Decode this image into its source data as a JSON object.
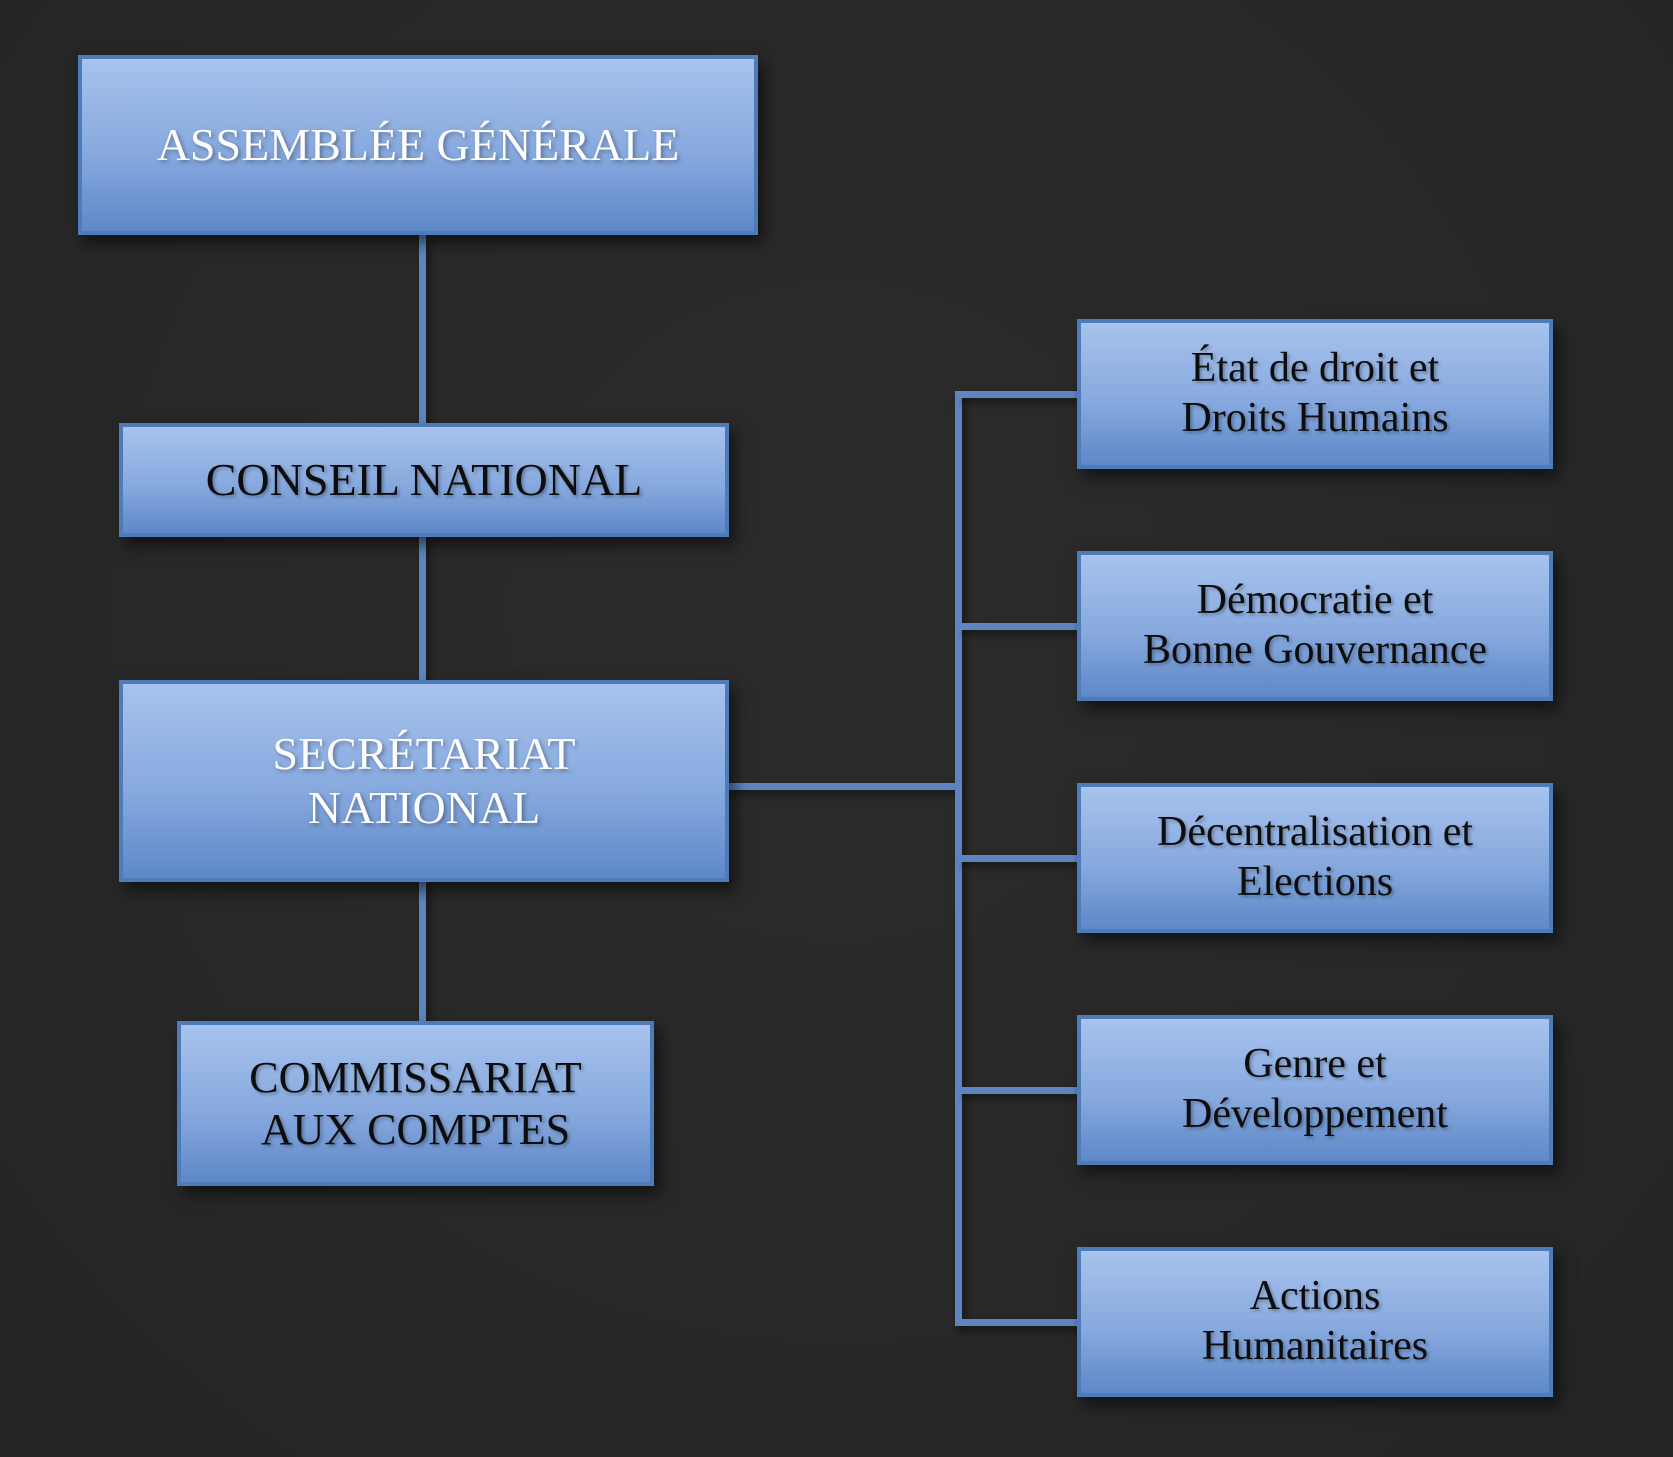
{
  "theme": {
    "background": "#282828",
    "box_fill_top": "#a7c3ee",
    "box_fill_bottom": "#5e88c8",
    "box_border": "#4e7cba",
    "connector": "#5d86c1",
    "text_light": "#fdfdfd",
    "text_dark": "#0d0d0d"
  },
  "nodes": {
    "assemblee_generale": {
      "label": "ASSEMBLÉE GÉNÉRALE"
    },
    "conseil_national": {
      "label": "CONSEIL NATIONAL"
    },
    "secretariat_national": {
      "label": "SECRÉTARIAT\nNATIONAL"
    },
    "commissariat_aux_comptes": {
      "label": "COMMISSARIAT\nAUX COMPTES"
    },
    "etat_de_droit": {
      "label": "État de droit et\nDroits Humains"
    },
    "democratie": {
      "label": "Démocratie et\nBonne Gouvernance"
    },
    "decentralisation": {
      "label": "Décentralisation et\nElections"
    },
    "genre": {
      "label": "Genre et\nDéveloppement"
    },
    "actions_humanitaires": {
      "label": "Actions\nHumanitaires"
    }
  }
}
